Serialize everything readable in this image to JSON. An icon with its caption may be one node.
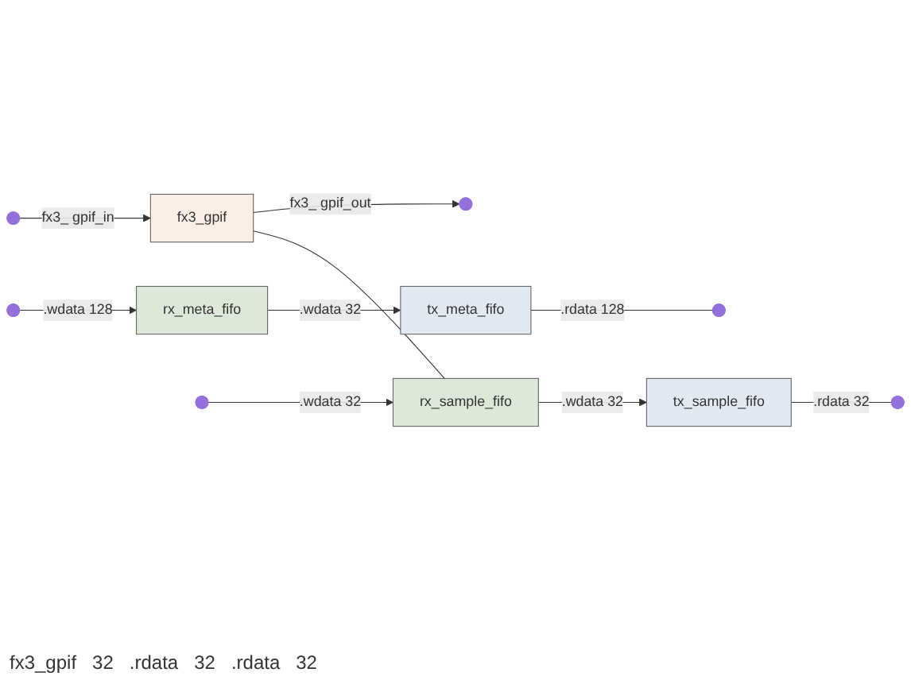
{
  "diagram": {
    "nodes": [
      {
        "text": [
          "fx3_gpif"
        ]
      },
      {
        "text": [
          "tx_sample_fifo"
        ]
      },
      {
        "text": [
          "tx_meta_fifo"
        ]
      },
      {
        "text": [
          "rx_sample_fifo"
        ]
      },
      {
        "text": [
          "rx_meta_fifo"
        ]
      }
    ],
    "edges": [
      {
        "from": null,
        "to": 0,
        "arrow": "to",
        "label": "fx3_ gpif_in"
      },
      {
        "from": 0,
        "to": null,
        "arrow": "to",
        "label": "fx3_ gpif_out"
      },
      {
        "from": 3,
        "to": 1,
        "arrow": "to",
        "label": ".wdata 32"
      },
      {
        "from": 4,
        "to": 2,
        "arrow": "to",
        "label": ".wdata 32"
      },
      {
        "from": 0,
        "to": 3,
        "arrow": "none"
      },
      {
        "from": 1,
        "to": null,
        "arrow": "none",
        "label": ".rdata 32"
      },
      {
        "from": 2,
        "to": null,
        "arrow": "none",
        "label": ".rdata 128"
      },
      {
        "from": null,
        "to": 3,
        "arrow": "to",
        "label": ".wdata 32"
      },
      {
        "from": null,
        "to": 4,
        "arrow": "to",
        "label": ".wdata 128"
      }
    ],
    "labels": [
      "fx3_gpif",
      "32",
      ".rdata",
      "32",
      ".rdata",
      "32"
    ]
  }
}
